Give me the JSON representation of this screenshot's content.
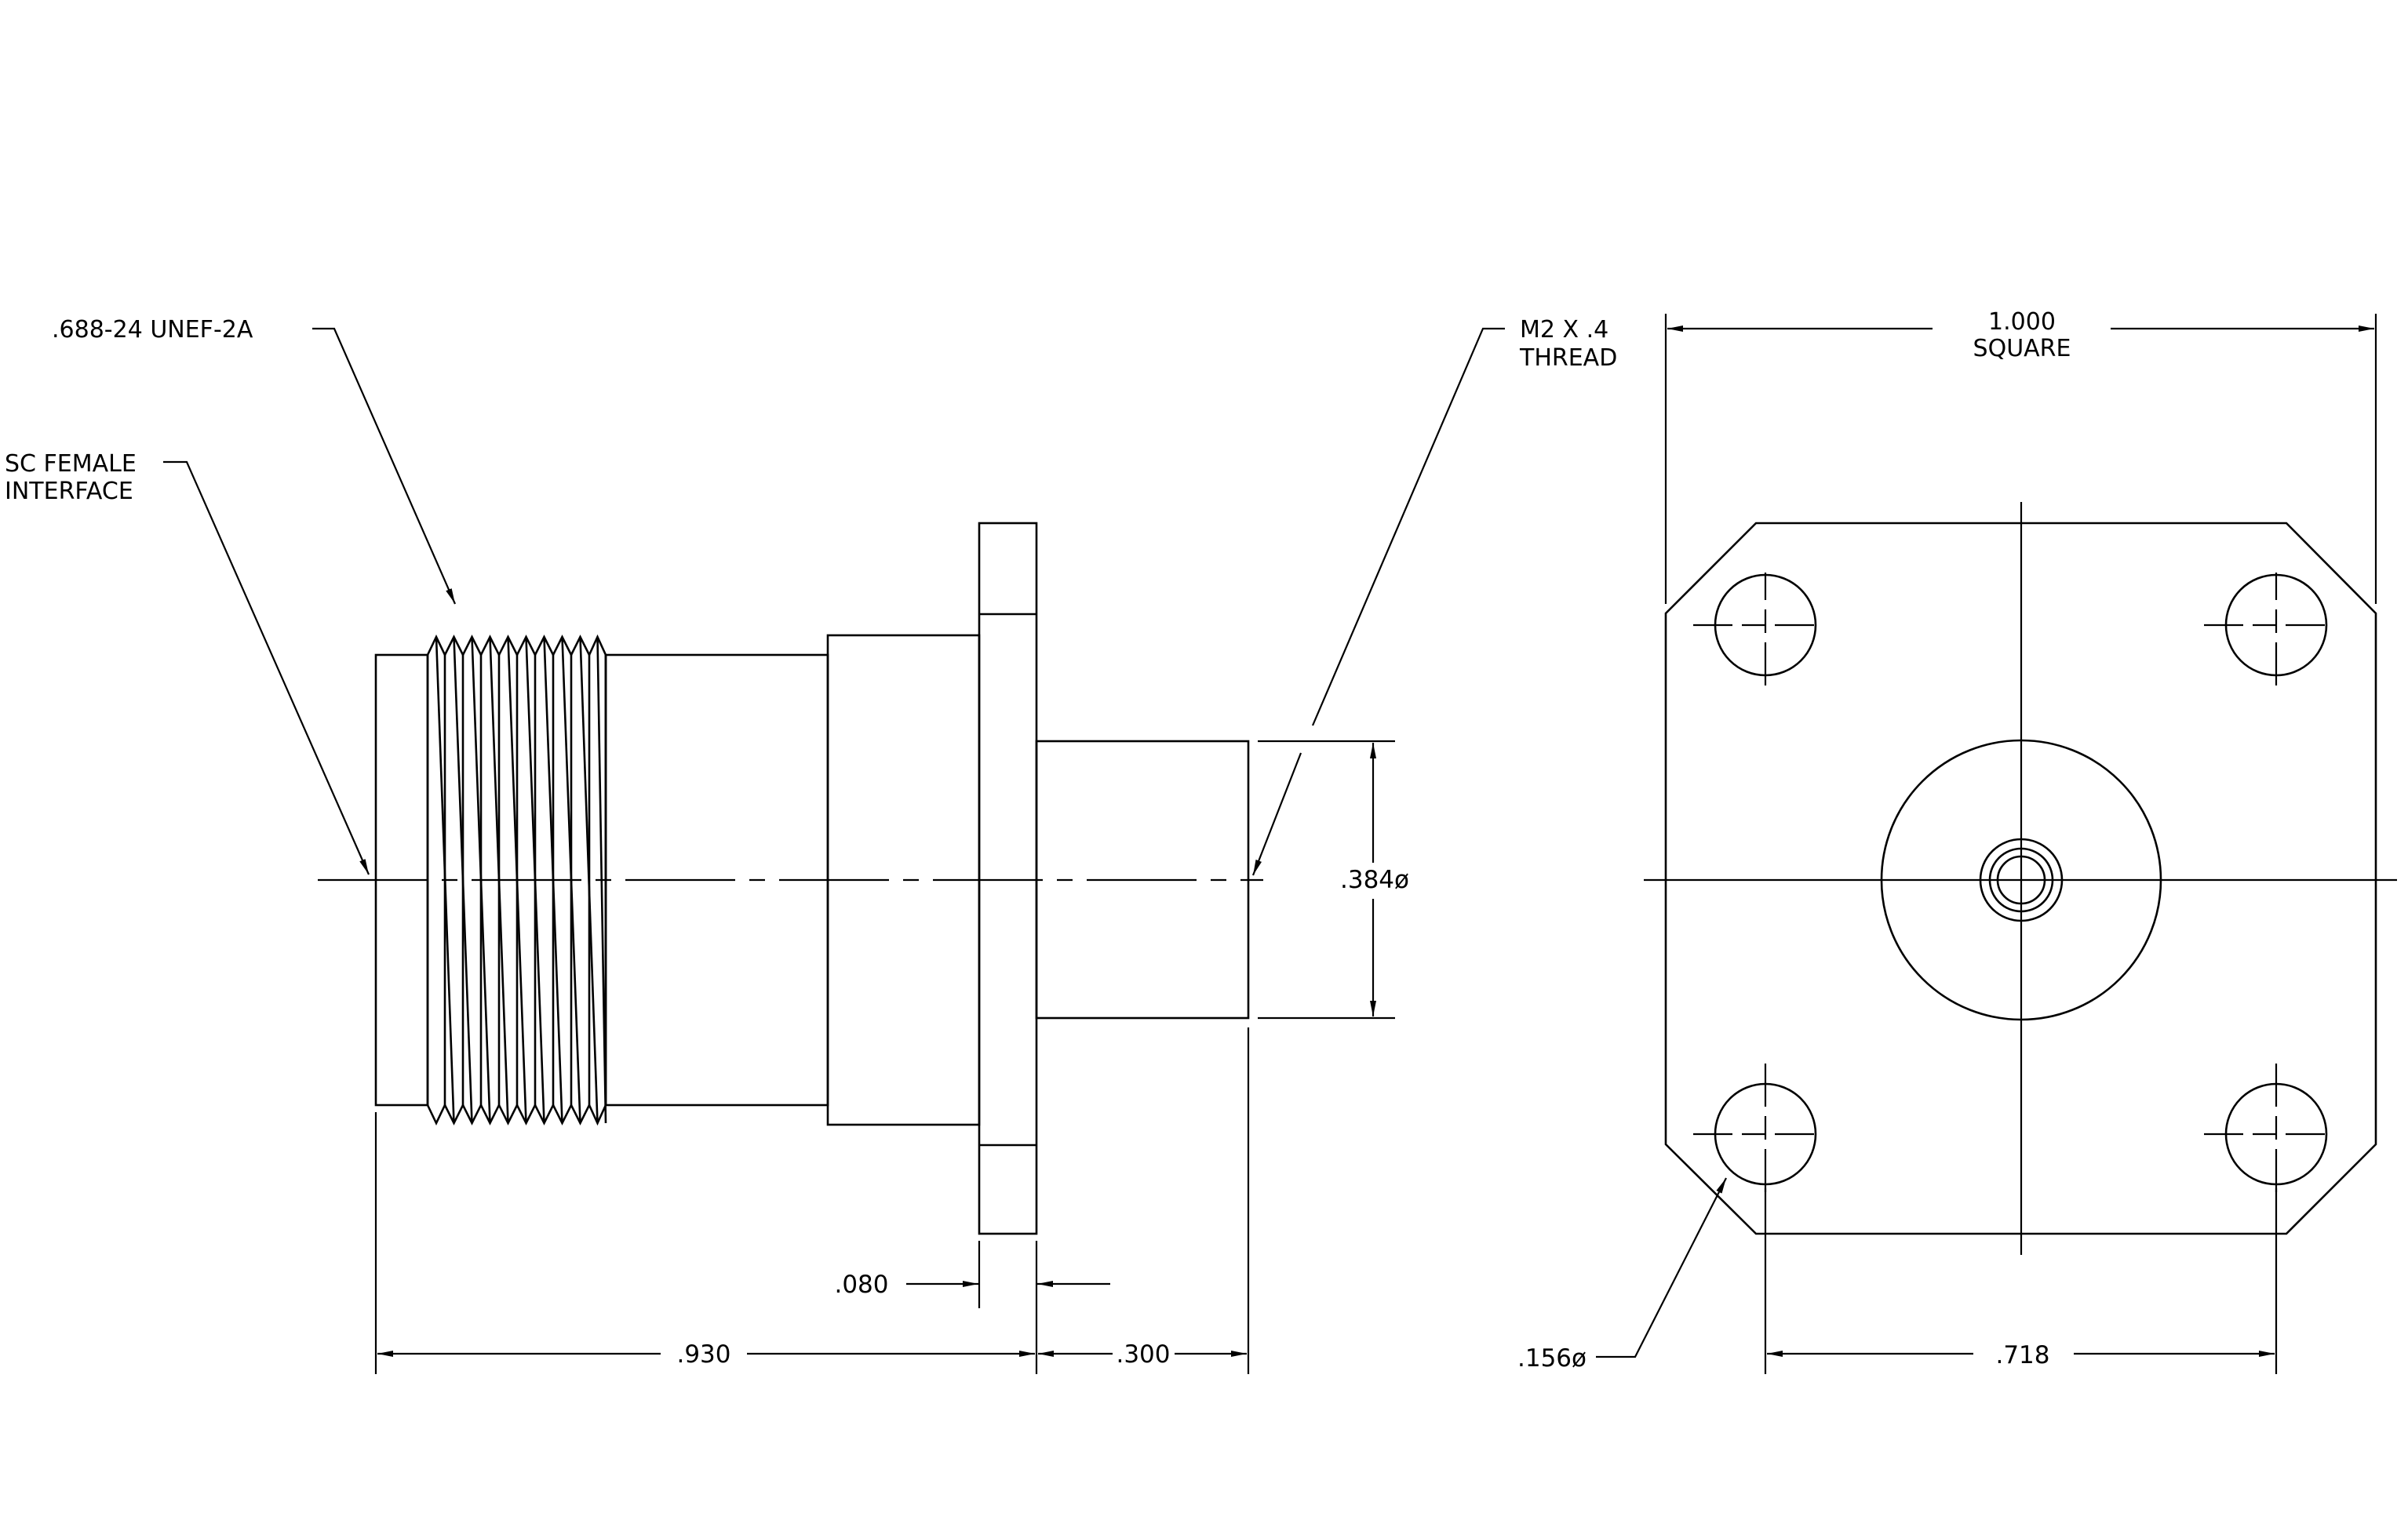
{
  "labels": {
    "thread_spec": ".688-24 UNEF-2A",
    "interface_line1": "SC FEMALE",
    "interface_line2": "INTERFACE",
    "mount_thread_line1": "M2 X .4",
    "mount_thread_line2": "THREAD",
    "square_value": "1.000",
    "square_word": "SQUARE"
  },
  "dimensions": {
    "pin_diameter": ".384ø",
    "flange_thickness": ".080",
    "overall_length": ".930",
    "pin_length": ".300",
    "hole_diameter": ".156ø",
    "hole_spacing": ".718"
  },
  "colors": {
    "ink": "#000000",
    "paper": "#ffffff"
  }
}
